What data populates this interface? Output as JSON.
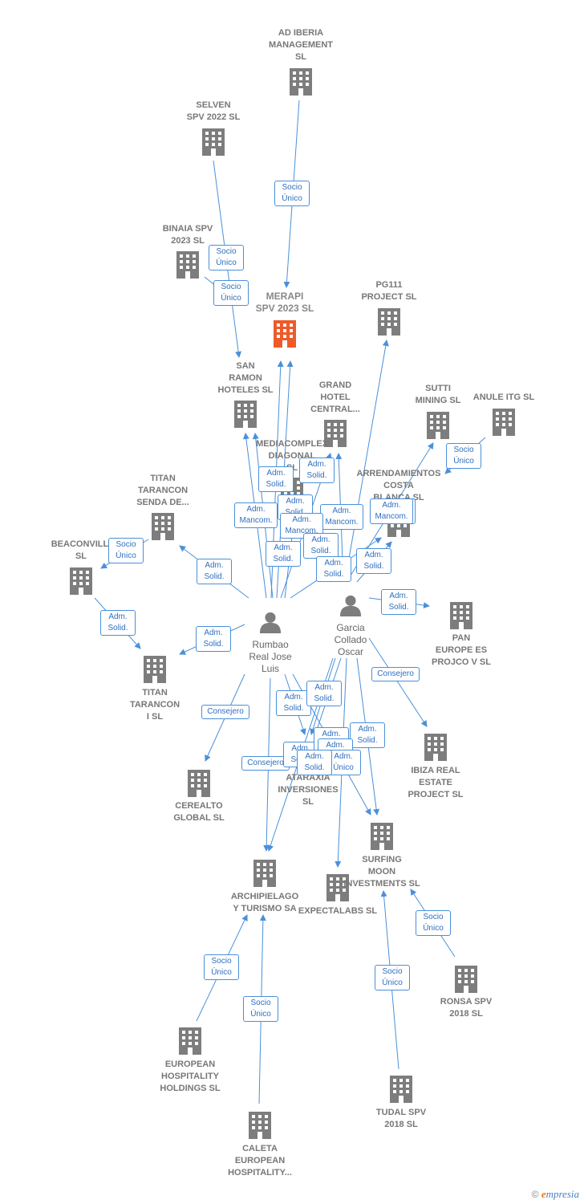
{
  "colors": {
    "accent": "#ef5a2a",
    "building": "#7d7d7d",
    "edge": "#4a90d9",
    "text": "#777777"
  },
  "companies": [
    {
      "id": "ad-iberia",
      "label": "AD IBERIA\nMANAGEMENT\nSL"
    },
    {
      "id": "selven",
      "label": "SELVEN\nSPV 2022  SL"
    },
    {
      "id": "binaia",
      "label": "BINAIA SPV\n2023  SL"
    },
    {
      "id": "merapi",
      "label": "MERAPI\nSPV 2023  SL"
    },
    {
      "id": "pg111",
      "label": "PG111\nPROJECT  SL"
    },
    {
      "id": "san-ramon",
      "label": "SAN\nRAMON\nHOTELES SL"
    },
    {
      "id": "grand-hotel",
      "label": "GRAND\nHOTEL\nCENTRAL..."
    },
    {
      "id": "sutti",
      "label": "SUTTI\nMINING SL"
    },
    {
      "id": "anule",
      "label": "ANULE ITG  SL"
    },
    {
      "id": "mediacomplex",
      "label": "MEDIACOMPLEX\nDIAGONAL\nSL"
    },
    {
      "id": "arrendamientos",
      "label": "ARRENDAMIENTOS\nCOSTA\nBLANCA SL"
    },
    {
      "id": "titan-tarancon-senda",
      "label": "TITAN\nTARANCON\nSENDA DE..."
    },
    {
      "id": "beaconvilli",
      "label": "BEACONVILLI\nSL"
    },
    {
      "id": "pan-europe",
      "label": "PAN\nEUROPE ES\nPROJCO V SL"
    },
    {
      "id": "titan-tarancon-i",
      "label": "TITAN\nTARANCON\nI  SL"
    },
    {
      "id": "ibiza",
      "label": "IBIZA REAL\nESTATE\nPROJECT  SL"
    },
    {
      "id": "cerealto",
      "label": "CEREALTO\nGLOBAL  SL"
    },
    {
      "id": "ataraxia",
      "label": "ATARAXIA\nINVERSIONES\nSL"
    },
    {
      "id": "surfing",
      "label": "SURFING\nMOON\nINVESTMENTS SL"
    },
    {
      "id": "archipielago",
      "label": "ARCHIPIELAGO\nY TURISMO SA"
    },
    {
      "id": "expectalabs",
      "label": "EXPECTALABS SL"
    },
    {
      "id": "ronsa",
      "label": "RONSA SPV\n2018  SL"
    },
    {
      "id": "european-hospitality",
      "label": "EUROPEAN\nHOSPITALITY\nHOLDINGS  SL"
    },
    {
      "id": "tudal",
      "label": "TUDAL SPV\n2018  SL"
    },
    {
      "id": "caleta",
      "label": "CALETA\nEUROPEAN\nHOSPITALITY..."
    }
  ],
  "persons": [
    {
      "id": "rumbao",
      "label": "Rumbao\nReal Jose\nLuis"
    },
    {
      "id": "garcia",
      "label": "Garcia\nCollado\nOscar"
    }
  ],
  "relations": [
    "Socio\nÚnico",
    "Socio\nÚnico",
    "Socio\nÚnico",
    "Consejero",
    "Socio\nÚnico",
    "Adm.\nSolid.",
    "Adm.\nSolid.",
    "Adm.\nMancom.",
    "Adm.\nSolid.",
    "Adm.\nMancom.",
    "Adm.\nMancom.",
    "Adm.\nSolid.",
    "Adm.\nMancom.",
    "Adm.\nSolid.",
    "Adm.\nSolid.",
    "Adm.\nSolid.",
    "Adm.\nMancom.",
    "Adm.\nSolid.",
    "Socio\nÚnico",
    "Adm.\nSolid.",
    "Adm.\nSolid.",
    "Adm.\nSolid.",
    "Consejero",
    "Consejero",
    "Adm.\nSolid.",
    "Adm.\nSolid.",
    "Adm.\nSolid.",
    "Adm.\nSolid.",
    "Adm.\nSolid.",
    "Adm.\nSolid.",
    "Adm.\nÚnico",
    "Adm.\nSolid.",
    "Socio\nÚnico",
    "Socio\nÚnico",
    "Socio\nÚnico",
    "Socio\nÚnico"
  ],
  "footer": {
    "copyright": "©",
    "brand_initial": "e",
    "brand_rest": "mpresia"
  }
}
